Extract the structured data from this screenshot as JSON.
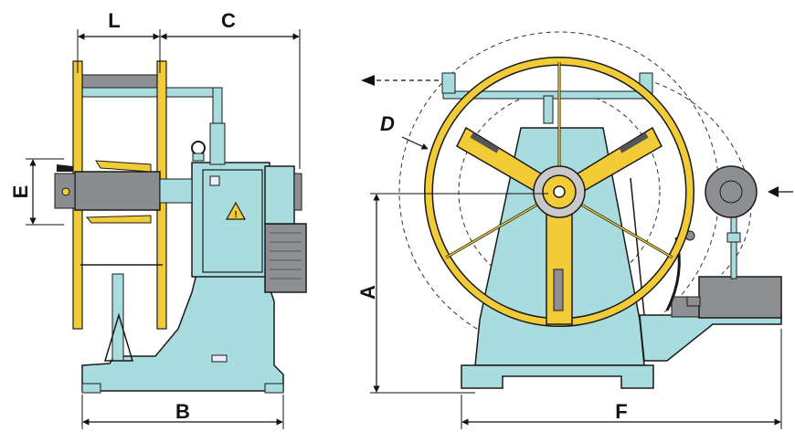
{
  "dimensions": {
    "L": "L",
    "C": "C",
    "E": "E",
    "B": "B",
    "D": "D",
    "A": "A",
    "F": "F"
  },
  "colors": {
    "machine_blue": "#a9dcde",
    "reel_yellow": "#f2cc36",
    "motor_gray": "#8d8f92",
    "coil_gray": "#8a8c8f",
    "outline": "#1a1a1a",
    "hazard": "#f2cc36"
  },
  "icons": [
    "warning-triangle-icon",
    "direction-arrow-icon"
  ]
}
